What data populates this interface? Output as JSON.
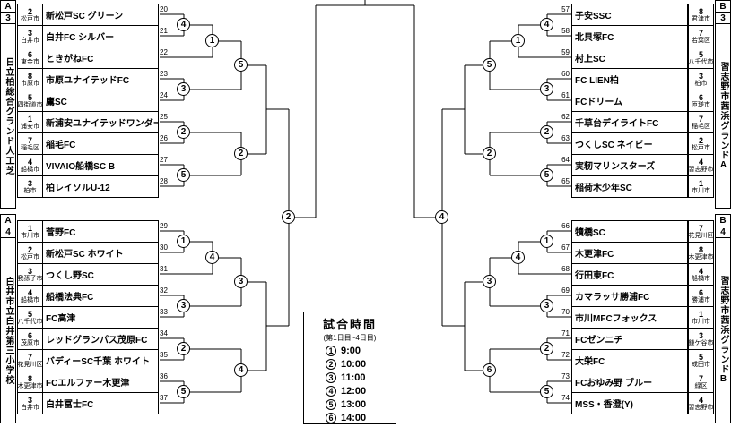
{
  "corners": {
    "tl_region": "A",
    "tl_block": "3",
    "bl_region": "A",
    "bl_block": "4",
    "tr_region": "B",
    "tr_block": "3",
    "br_region": "B",
    "br_block": "4"
  },
  "venues": {
    "left_top": "日立柏総合グランド人工芝",
    "left_bottom": "白井市立白井第三小学校",
    "right_top": "習志野市茜浜グランドA",
    "right_bottom": "習志野市茜浜グランドB"
  },
  "schedule": {
    "title": "試合時間",
    "subtitle": "(第1日目~4日目)",
    "slots": [
      {
        "n": "1",
        "time": "9:00"
      },
      {
        "n": "2",
        "time": "10:00"
      },
      {
        "n": "3",
        "time": "11:00"
      },
      {
        "n": "4",
        "time": "12:00"
      },
      {
        "n": "5",
        "time": "13:00"
      },
      {
        "n": "6",
        "time": "14:00"
      }
    ]
  },
  "blocks": {
    "a3": {
      "teams": [
        {
          "no": "20",
          "seed": "2",
          "city": "松戸市",
          "name": "新松戸SC グリーン"
        },
        {
          "no": "21",
          "seed": "3",
          "city": "白井市",
          "name": "白井FC シルバー"
        },
        {
          "no": "22",
          "seed": "6",
          "city": "東金市",
          "name": "ときがねFC"
        },
        {
          "no": "23",
          "seed": "8",
          "city": "市原市",
          "name": "市原ユナイテッドFC"
        },
        {
          "no": "24",
          "seed": "5",
          "city": "四街道市",
          "name": "鷹SC"
        },
        {
          "no": "25",
          "seed": "1",
          "city": "浦安市",
          "name": "新浦安ユナイテッドワンダー"
        },
        {
          "no": "26",
          "seed": "7",
          "city": "稲毛区",
          "name": "稲毛FC"
        },
        {
          "no": "27",
          "seed": "4",
          "city": "船橋市",
          "name": "VIVAIO船橋SC B"
        },
        {
          "no": "28",
          "seed": "3",
          "city": "柏市",
          "name": "柏レイソルU-12"
        }
      ]
    },
    "a4": {
      "teams": [
        {
          "no": "29",
          "seed": "1",
          "city": "市川市",
          "name": "菅野FC"
        },
        {
          "no": "30",
          "seed": "2",
          "city": "松戸市",
          "name": "新松戸SC ホワイト"
        },
        {
          "no": "31",
          "seed": "3",
          "city": "我孫子市",
          "name": "つくし野SC"
        },
        {
          "no": "32",
          "seed": "4",
          "city": "船橋市",
          "name": "船橋法典FC"
        },
        {
          "no": "33",
          "seed": "5",
          "city": "八千代市",
          "name": "FC高津"
        },
        {
          "no": "34",
          "seed": "6",
          "city": "茂原市",
          "name": "レッドグランパス茂原FC"
        },
        {
          "no": "35",
          "seed": "7",
          "city": "花見川区",
          "name": "バディーSC千葉 ホワイト"
        },
        {
          "no": "36",
          "seed": "8",
          "city": "木更津市",
          "name": "FCエルファー木更津"
        },
        {
          "no": "37",
          "seed": "3",
          "city": "白井市",
          "name": "白井冨士FC"
        }
      ]
    },
    "b3": {
      "teams": [
        {
          "no": "57",
          "seed": "8",
          "city": "君津市",
          "name": "子安SSC"
        },
        {
          "no": "58",
          "seed": "7",
          "city": "若葉区",
          "name": "北貝塚FC"
        },
        {
          "no": "59",
          "seed": "5",
          "city": "八千代市",
          "name": "村上SC"
        },
        {
          "no": "60",
          "seed": "3",
          "city": "柏市",
          "name": "FC LIEN柏"
        },
        {
          "no": "61",
          "seed": "6",
          "city": "匝瑳市",
          "name": "FCドリーム"
        },
        {
          "no": "62",
          "seed": "7",
          "city": "稲毛区",
          "name": "千草台デイライトFC"
        },
        {
          "no": "63",
          "seed": "2",
          "city": "松戸市",
          "name": "つくしSC ネイビー"
        },
        {
          "no": "64",
          "seed": "4",
          "city": "習志野市",
          "name": "実籾マリンスターズ"
        },
        {
          "no": "65",
          "seed": "1",
          "city": "市川市",
          "name": "稲荷木少年SC"
        }
      ]
    },
    "b4": {
      "teams": [
        {
          "no": "66",
          "seed": "7",
          "city": "花見川区",
          "name": "犢橋SC"
        },
        {
          "no": "67",
          "seed": "8",
          "city": "木更津市",
          "name": "木更津FC"
        },
        {
          "no": "68",
          "seed": "4",
          "city": "船橋市",
          "name": "行田東FC"
        },
        {
          "no": "69",
          "seed": "6",
          "city": "勝浦市",
          "name": "カマラッサ勝浦FC"
        },
        {
          "no": "70",
          "seed": "1",
          "city": "市川市",
          "name": "市川MFCフォックス"
        },
        {
          "no": "71",
          "seed": "3",
          "city": "鎌ケ谷市",
          "name": "FCゼンニチ"
        },
        {
          "no": "72",
          "seed": "5",
          "city": "成田市",
          "name": "大栄FC"
        },
        {
          "no": "73",
          "seed": "7",
          "city": "緑区",
          "name": "FCおゆみ野 ブルー"
        },
        {
          "no": "74",
          "seed": "4",
          "city": "習志野市",
          "name": "MSS・香澄(Y)"
        }
      ]
    }
  },
  "circles": {
    "a3": [
      "4",
      "1",
      "3",
      "2",
      "5",
      "5",
      "2"
    ],
    "a4": [
      "1",
      "4",
      "3",
      "2",
      "5",
      "3",
      "4"
    ],
    "b3": [
      "4",
      "1",
      "3",
      "2",
      "5",
      "5",
      "2"
    ],
    "b4": [
      "1",
      "4",
      "3",
      "2",
      "5",
      "3",
      "6"
    ],
    "a_final": "2",
    "b_final": "4"
  }
}
